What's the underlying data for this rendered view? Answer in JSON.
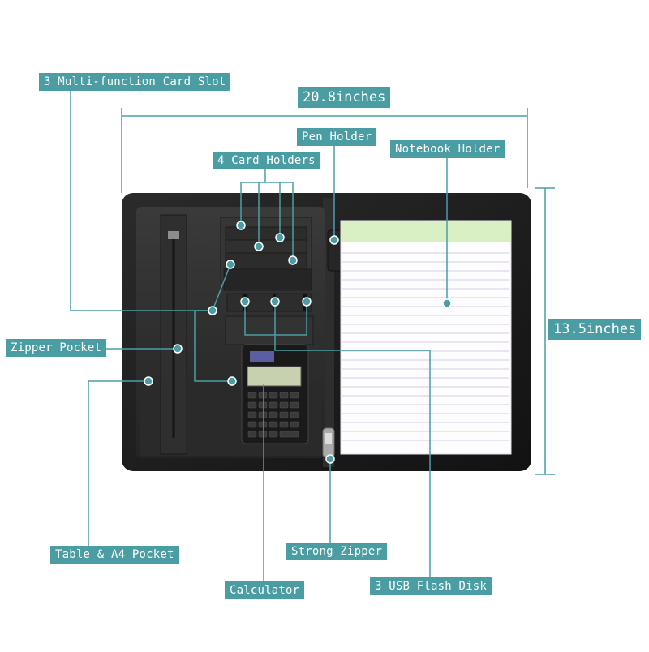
{
  "labels": {
    "card_slot": "3 Multi-function Card Slot",
    "width_dim": "20.8inches",
    "pen_holder": "Pen Holder",
    "notebook_holder": "Notebook Holder",
    "card_holders": "4 Card Holders",
    "height_dim": "13.5inches",
    "zipper_pocket": "Zipper Pocket",
    "table_pocket": "Table & A4 Pocket",
    "strong_zipper": "Strong Zipper",
    "calculator": "Calculator",
    "usb_disk": "3 USB Flash Disk"
  },
  "colors": {
    "accent": "#4a9ea3",
    "portfolio": "#1e1e1f",
    "notepad_header": "#d9f0c4",
    "notepad_line": "#d8cce6",
    "calculator_display": "#c7d1b0"
  }
}
